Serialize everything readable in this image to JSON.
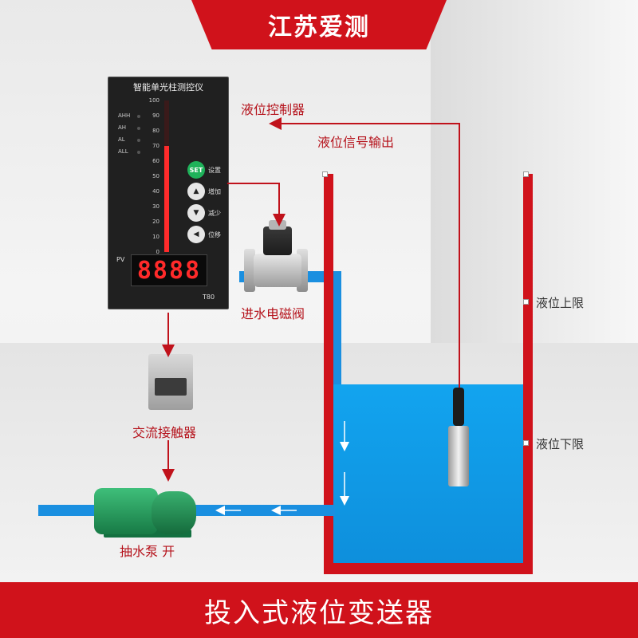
{
  "banner": {
    "brand": "江苏爱测"
  },
  "footer": {
    "title": "投入式液位变送器"
  },
  "labels": {
    "controller": "液位控制器",
    "signal_output": "液位信号输出",
    "inlet_valve": "进水电磁阀",
    "contactor": "交流接触器",
    "pump": "抽水泵 开",
    "upper_limit": "液位上限",
    "lower_limit": "液位下限"
  },
  "controller": {
    "title": "智能单光柱测控仪",
    "alarms": [
      "AHH",
      "AH",
      "AL",
      "ALL"
    ],
    "scale": [
      "100",
      "90",
      "80",
      "70",
      "60",
      "50",
      "40",
      "30",
      "20",
      "10",
      "0"
    ],
    "bar_level_percent": 70,
    "buttons": [
      {
        "symbol": "SET",
        "label": "设置"
      },
      {
        "symbol": "▲",
        "label": "增加"
      },
      {
        "symbol": "▼",
        "label": "减少"
      },
      {
        "symbol": "◀",
        "label": "位移"
      }
    ],
    "pv_label": "PV",
    "display_value": "8888",
    "model": "T80"
  },
  "colors": {
    "accent": "#d0121b",
    "water": "#12a4ef",
    "pipe": "#1a8fe0"
  }
}
